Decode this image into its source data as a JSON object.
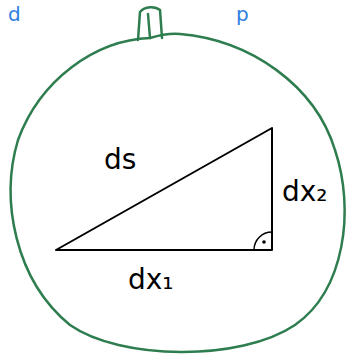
{
  "diagram": {
    "labels": [
      "d",
      "p",
      "ds",
      "dx₂",
      "dx₁"
    ]
  }
}
